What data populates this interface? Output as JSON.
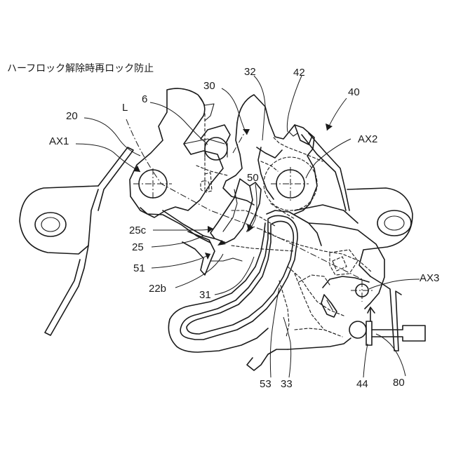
{
  "figure": {
    "title": "ハーフロック解除時再ロック防止",
    "labels": {
      "ax1": "AX1",
      "ax2": "AX2",
      "ax3": "AX3",
      "n20": "20",
      "n6": "6",
      "L": "L",
      "n30": "30",
      "n32": "32",
      "n42": "42",
      "n40": "40",
      "n50": "50",
      "n25c": "25c",
      "n25": "25",
      "n51": "51",
      "n22b": "22b",
      "n31": "31",
      "n53": "53",
      "n33": "33",
      "n44": "44",
      "n80": "80"
    }
  }
}
